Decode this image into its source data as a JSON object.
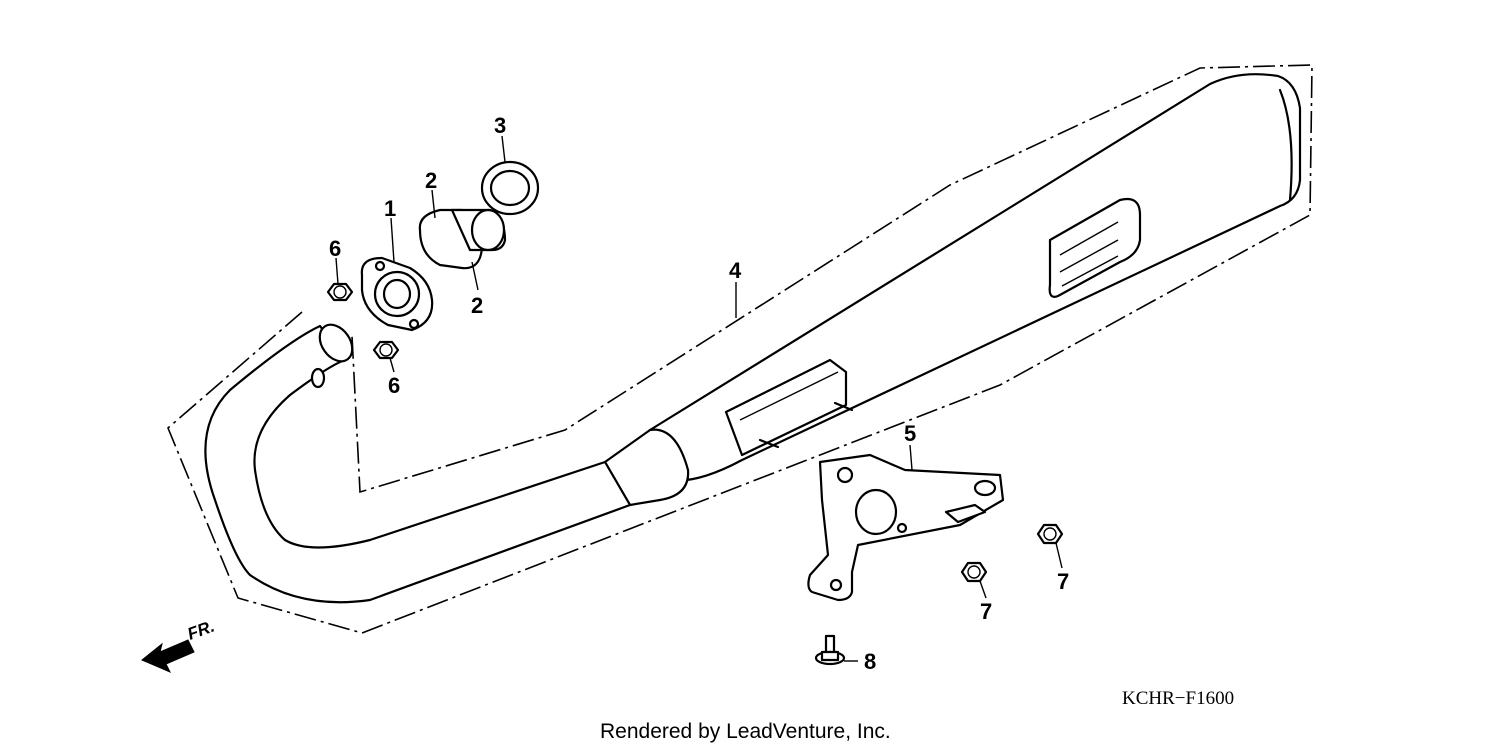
{
  "callouts": [
    "1",
    "2",
    "2",
    "3",
    "4",
    "5",
    "6",
    "6",
    "7",
    "7",
    "8"
  ],
  "direction_label": "FR.",
  "diagram_code": "KCHR−F1600",
  "credit": "Rendered by LeadVenture, Inc."
}
